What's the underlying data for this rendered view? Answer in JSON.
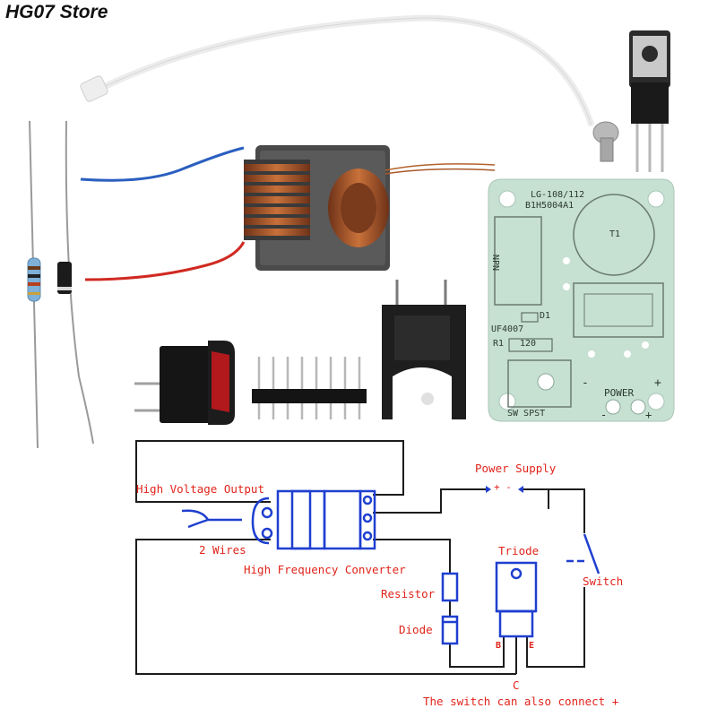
{
  "watermark": "HG07 Store",
  "pcb": {
    "model": "LG-108/112",
    "code": "B1H5004A1",
    "transistor": "NPN",
    "coil": "T1",
    "diode_ref": "D1",
    "diode_part": "UF4007",
    "resistor_ref": "R1",
    "resistor_value": "120",
    "switch_label": "SW SPST",
    "power_label": "POWER",
    "minus": "-",
    "plus": "+"
  },
  "diagram": {
    "high_voltage_output": "High Voltage Output",
    "two_wires": "2 Wires",
    "high_frequency_converter": "High Frequency Converter",
    "power_supply": "Power Supply",
    "polarity": "+ -",
    "triode": "Triode",
    "resistor": "Resistor",
    "diode": "Diode",
    "switch": "Switch",
    "pin_b": "B",
    "pin_e": "E",
    "pin_c": "C",
    "note": "The switch can also connect +"
  },
  "colors": {
    "schematic_wire": "#1c1c1c",
    "component_outline": "#1f3fd0",
    "label_text": "#e0241b",
    "pcb_board": "#c6e0d2"
  }
}
